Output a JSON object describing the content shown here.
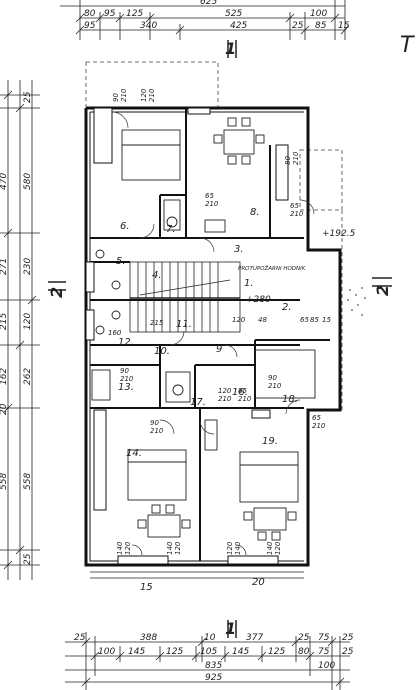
{
  "top_dimensions": {
    "row1": [
      "625"
    ],
    "row2": [
      "80",
      "95",
      "125",
      "525",
      "100"
    ],
    "row3": [
      "95",
      "340",
      "425",
      "25",
      "85",
      "15"
    ]
  },
  "left_dimensions": [
    "25",
    "470",
    "580",
    "271",
    "230",
    "215",
    "120",
    "162",
    "262",
    "20",
    "558",
    "558",
    "25"
  ],
  "bottom_dimensions": {
    "row1": [
      "25",
      "388",
      "10",
      "377",
      "25",
      "75",
      "25"
    ],
    "row2": [
      "100",
      "145",
      "125",
      "105",
      "145",
      "125",
      "80",
      "75",
      "25"
    ],
    "row3": [
      "835",
      "100"
    ],
    "row4": [
      "925"
    ]
  },
  "section_labels": {
    "top": "1",
    "bottom": "1",
    "left": "2",
    "right": "2",
    "corner": "T"
  },
  "room_numbers": [
    "1.",
    "2.",
    "3.",
    "4.",
    "5.",
    "6.",
    "7.",
    "8.",
    "9",
    "10.",
    "11.",
    "12.",
    "13.",
    "14.",
    "15",
    "16.",
    "17.",
    "18.",
    "19.",
    "20"
  ],
  "annotations": {
    "floor_label": "PROTUPOŽARNI HODNIK",
    "level_main": "+280",
    "level_right": "+192.5",
    "door_marks": [
      "90",
      "210",
      "120",
      "210",
      "80",
      "210",
      "65",
      "210",
      "65",
      "210",
      "90",
      "210",
      "90",
      "210",
      "120",
      "210",
      "90",
      "210",
      "65",
      "210",
      "85",
      "210"
    ],
    "stair_marks": [
      "160",
      "215",
      "48",
      "120",
      "85",
      "65",
      "15"
    ],
    "window_marks": [
      "140",
      "120",
      "140",
      "120",
      "120",
      "140",
      "140",
      "120"
    ]
  }
}
